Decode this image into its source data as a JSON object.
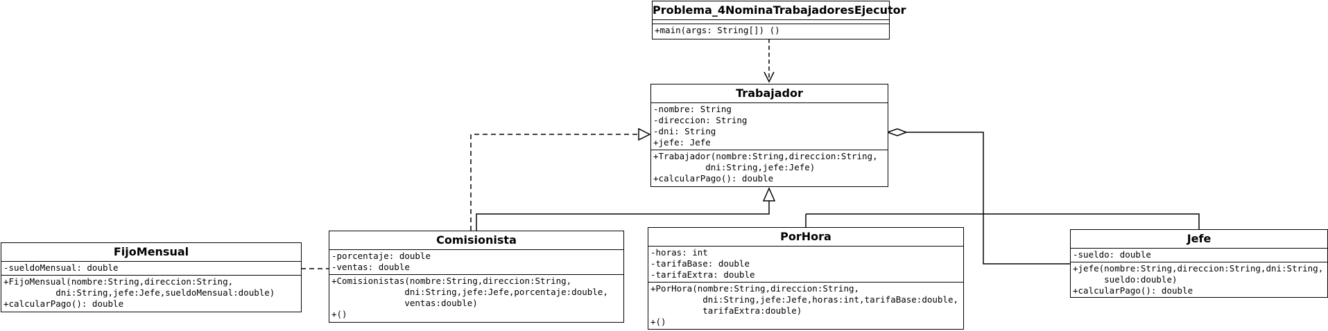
{
  "classes": {
    "ejecutor": {
      "name": "Problema_4NominaTrabajadoresEjecutor",
      "attributes": [],
      "operations": [
        "+main(args: String[]) ()"
      ]
    },
    "trabajador": {
      "name": "Trabajador",
      "attributes": [
        "-nombre: String",
        "-direccion: String",
        "-dni: String",
        "+jefe: Jefe"
      ],
      "operations": [
        "+Trabajador(nombre:String,direccion:String,",
        "          dni:String,jefe:Jefe)",
        "+calcularPago(): double"
      ]
    },
    "fijomensual": {
      "name": "FijoMensual",
      "attributes": [
        "-sueldoMensual: double"
      ],
      "operations": [
        "+FijoMensual(nombre:String,direccion:String,",
        "          dni:String,jefe:Jefe,sueldoMensual:double)",
        "+calcularPago(): double"
      ]
    },
    "comisionista": {
      "name": "Comisionista",
      "attributes": [
        "-porcentaje: double",
        "-ventas: double"
      ],
      "operations": [
        "+Comisionistas(nombre:String,direccion:String,",
        "              dni:String,jefe:Jefe,porcentaje:double,",
        "              ventas:double)",
        "+()"
      ]
    },
    "porhora": {
      "name": "PorHora",
      "attributes": [
        "-horas: int",
        "-tarifaBase: double",
        "-tarifaExtra: double"
      ],
      "operations": [
        "+PorHora(nombre:String,direccion:String,",
        "          dni:String,jefe:Jefe,horas:int,tarifaBase:double,",
        "          tarifaExtra:double)",
        "+()"
      ]
    },
    "jefe": {
      "name": "Jefe",
      "attributes": [
        "-sueldo: double"
      ],
      "operations": [
        "+jefe(nombre:String,direccion:String,dni:String,",
        "      sueldo:double)",
        "+calcularPago(): double"
      ]
    }
  },
  "relationships": [
    {
      "type": "dependency",
      "from": "Problema_4NominaTrabajadoresEjecutor",
      "to": "Trabajador"
    },
    {
      "type": "generalization",
      "from": "Comisionista",
      "to": "Trabajador"
    },
    {
      "type": "generalization",
      "from": "PorHora",
      "to": "Trabajador"
    },
    {
      "type": "generalization",
      "from": "Jefe",
      "to": "Trabajador"
    },
    {
      "type": "realization",
      "from": "FijoMensual",
      "to": "Trabajador"
    },
    {
      "type": "aggregation",
      "from": "Jefe",
      "to": "Trabajador"
    }
  ]
}
